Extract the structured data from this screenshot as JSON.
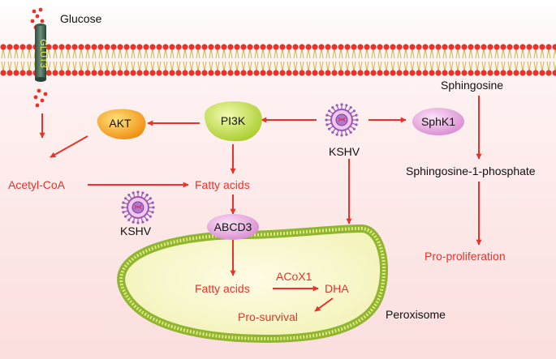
{
  "labels": {
    "glucose": "Glucose",
    "glut3": "GLUT3",
    "sphingosine": "Sphingosine",
    "akt": "AKT",
    "pi3k": "PI3K",
    "sphk1": "SphK1",
    "kshv_top": "KSHV",
    "kshv_left": "KSHV",
    "acetyl_coa": "Acetyl-CoA",
    "fatty_acids_top": "Fatty acids",
    "s1p": "Sphingosine-1-phosphate",
    "abcd3": "ABCD3",
    "pro_proliferation": "Pro-proliferation",
    "fatty_acids_inner": "Fatty acids",
    "acox1": "ACoX1",
    "dha": "DHA",
    "pro_survival": "Pro-survival",
    "peroxisome": "Peroxisome"
  },
  "colors": {
    "arrow": "#e8332a",
    "membrane_head": "#e8332a",
    "membrane_tail": "#c8b84a",
    "akt": "#f5a623",
    "pi3k": "#c6e04a",
    "sphk1": "#e7a6dc",
    "abcd3": "#e7a6dc",
    "peroxisome_fill": "#fafad2",
    "peroxisome_membrane": "#9bc43a",
    "virus": "#9b59b6"
  }
}
